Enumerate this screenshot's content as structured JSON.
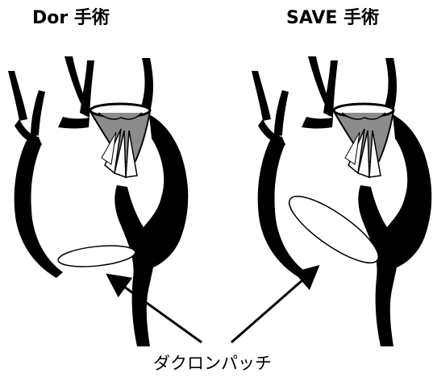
{
  "titles": {
    "left": "Dor 手術",
    "right": "SAVE 手術"
  },
  "caption": "ダクロンパッチ",
  "colors": {
    "wall": "#000000",
    "valve_fill": "#8c8c8c",
    "patch_fill": "#ffffff",
    "background": "#ffffff"
  }
}
